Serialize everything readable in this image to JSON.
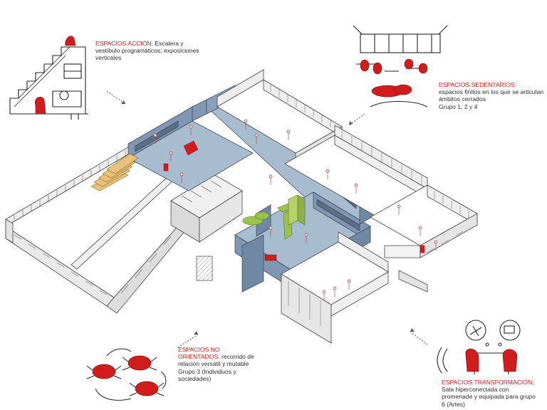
{
  "captions": {
    "accion": {
      "heading": "ESPACIOS ACCIÓN:",
      "body": "Escalera y vestíbulo programáticos; exposiciones verticales"
    },
    "sedentarios": {
      "heading": "ESPACIOS SEDENTARIOS:",
      "body": "espacios finitos en los que se articulan ámbitos cerrados",
      "group": "Grupo 1, 2 y 4"
    },
    "no_orientados": {
      "heading_1": "ESPACIOS NO",
      "heading_2": "ORIENTADOS:",
      "body_1": "recorrido de",
      "body_2": "relación versátil y mutable",
      "body_3": "Grupo 3 (Individuos y",
      "body_4": "sociedades)"
    },
    "transformacion": {
      "heading": "ESPACIOS TRANSFORMACIÓN:",
      "body_1": "Sala hiperconectada con",
      "body_2": "promenade  y equipada para grupo",
      "body_3": "6 (Artes)"
    }
  },
  "colors": {
    "accent_red": "#d21c1c",
    "corridor_blue": "#7f97b2",
    "corridor_blue_light": "#a8bcd0",
    "wall": "#f4f4f4",
    "line": "#444444",
    "stair_yellow": "#e8c27a",
    "plant_green": "#9cc24a"
  },
  "icons": [
    "stair-sketch-icon",
    "classroom-sketch-icon",
    "crab-group-icon",
    "meeting-sketch-icon",
    "direction-arrow-icon"
  ]
}
